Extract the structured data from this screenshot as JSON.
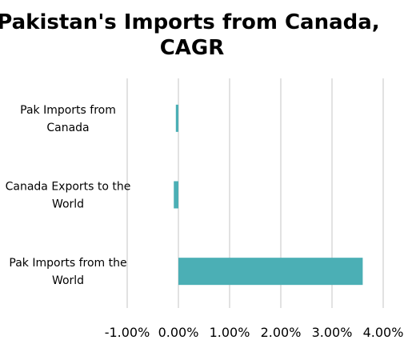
{
  "chart_data": {
    "type": "bar",
    "orientation": "horizontal",
    "title": "Pakistan's Imports from Canada, CAGR",
    "categories": [
      "Pak Imports from Canada",
      "Canada Exports to the World",
      "Pak Imports from the World"
    ],
    "values": [
      -0.0005,
      -0.0009,
      0.036
    ],
    "xlim": [
      -0.01,
      0.04
    ],
    "xticks": [
      -0.01,
      0,
      0.01,
      0.02,
      0.03,
      0.04
    ],
    "xtick_labels": [
      "-1.00%",
      "0.00%",
      "1.00%",
      "2.00%",
      "3.00%",
      "4.00%"
    ],
    "xlabel": "",
    "ylabel": "",
    "grid": true,
    "legend": "none",
    "colors": {
      "bar": "#4bafb5",
      "grid": "#d9d9d9",
      "text": "#000000"
    }
  }
}
